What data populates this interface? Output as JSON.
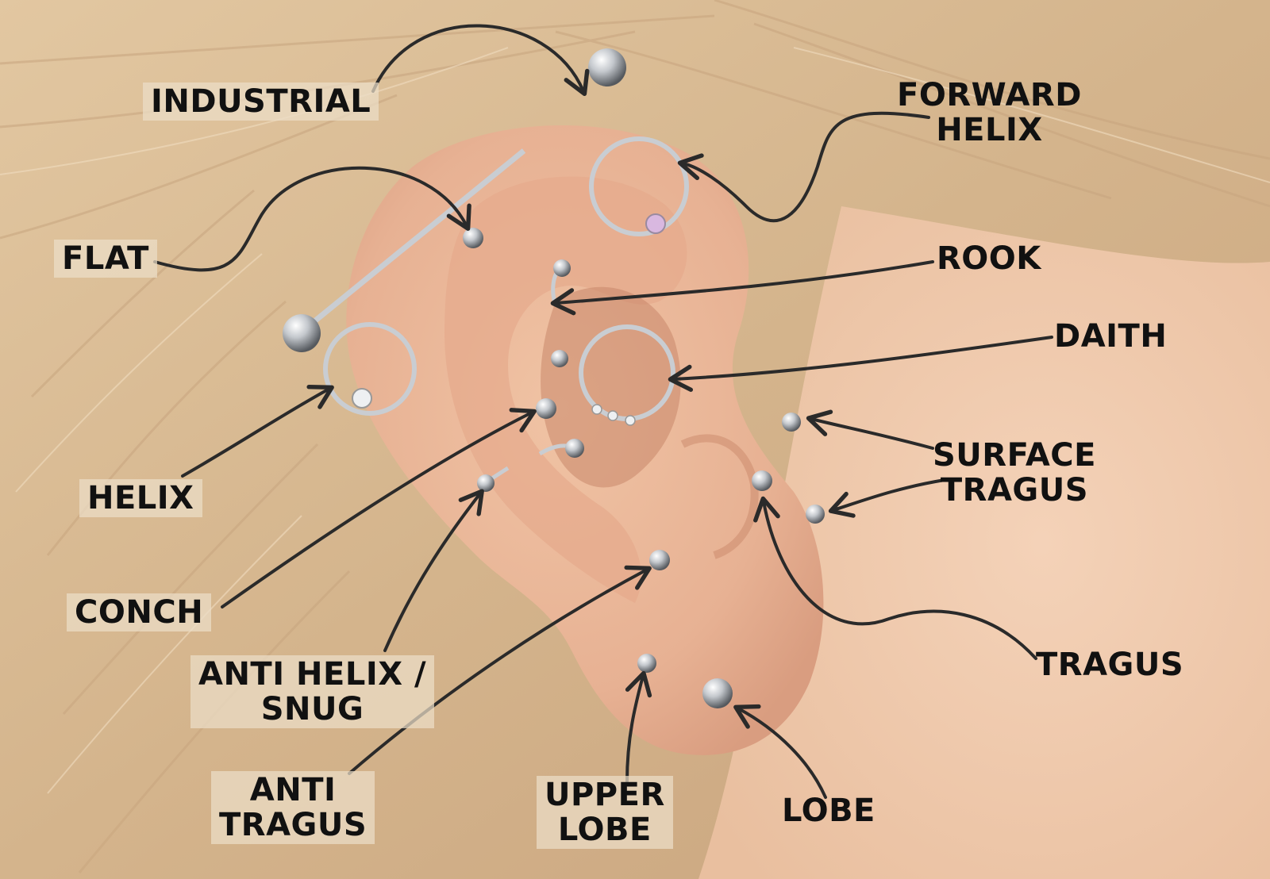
{
  "diagram": {
    "labels": {
      "industrial": "INDUSTRIAL",
      "forward_helix": [
        "FORWARD",
        "HELIX"
      ],
      "flat": "FLAT",
      "rook": "ROOK",
      "daith": "DAITH",
      "surface_tragus": [
        "SURFACE",
        "TRAGUS"
      ],
      "helix": "HELIX",
      "conch": "CONCH",
      "anti_helix_snug": [
        "ANTI HELIX /",
        "SNUG"
      ],
      "anti_tragus": [
        "ANTI",
        "TRAGUS"
      ],
      "upper_lobe": [
        "UPPER",
        "LOBE"
      ],
      "lobe": "LOBE",
      "tragus": "TRAGUS"
    }
  },
  "colors": {
    "hair_light": "#dcbf98",
    "hair_dark": "#b99671",
    "skin": "#efc4a6",
    "skin_shadow": "#d69b80",
    "arrow": "#2a2a2a",
    "label_bg": "#ecdec8",
    "metal": "#c9cdd2",
    "gem_pink": "#d9b8e0"
  }
}
